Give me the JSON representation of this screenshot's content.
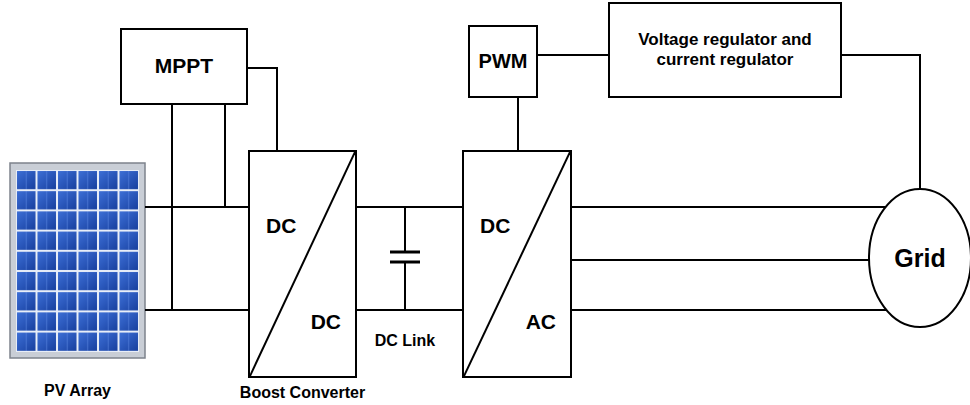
{
  "diagram": {
    "nodes": [
      {
        "text": [
          "PV Array"
        ]
      },
      {
        "text": [
          "MPPT"
        ]
      },
      {
        "text": [
          "DC",
          "DC",
          "Boost Converter"
        ]
      },
      {
        "text": [
          "PWM"
        ]
      },
      {
        "text": [
          "DC",
          "AC"
        ]
      },
      {
        "text": [
          "Voltage regulator and current regulator"
        ]
      },
      {
        "text": [
          "Grid"
        ]
      }
    ],
    "edges": [
      {
        "from": 0,
        "to": 2,
        "arrow": "none"
      },
      {
        "from": 0,
        "to": 2,
        "arrow": "none"
      },
      {
        "from": 1,
        "to": 0,
        "arrow": "none"
      },
      {
        "from": 1,
        "to": 0,
        "arrow": "none"
      },
      {
        "from": 1,
        "to": 2,
        "arrow": "none"
      },
      {
        "from": 2,
        "to": 4,
        "arrow": "none"
      },
      {
        "from": 2,
        "to": 4,
        "arrow": "none"
      },
      {
        "from": 3,
        "to": 4,
        "arrow": "none"
      },
      {
        "from": 3,
        "to": 5,
        "arrow": "none"
      },
      {
        "from": 5,
        "to": 6,
        "arrow": "none"
      },
      {
        "from": 4,
        "to": 6,
        "arrow": "none"
      },
      {
        "from": 4,
        "to": 6,
        "arrow": "none"
      },
      {
        "from": 4,
        "to": 6,
        "arrow": "none"
      }
    ],
    "labels": [
      "DC Link"
    ]
  }
}
